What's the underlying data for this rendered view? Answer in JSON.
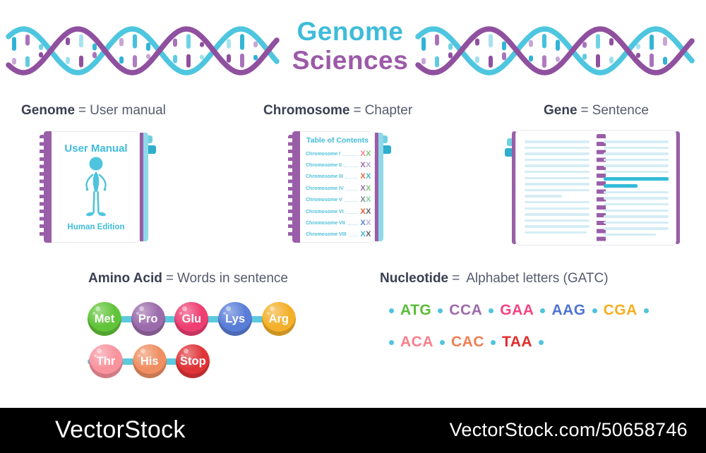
{
  "title": {
    "line1": "Genome",
    "line2": "Sciences",
    "line1_color": "#3FBCD9",
    "line2_color": "#9C59A8"
  },
  "analogies": [
    {
      "term": "Genome",
      "sep": "=",
      "meaning": "User manual"
    },
    {
      "term": "Chromosome",
      "sep": "=",
      "meaning": "Chapter"
    },
    {
      "term": "Gene",
      "sep": "=",
      "meaning": "Sentence"
    }
  ],
  "user_manual_book": {
    "title": "User Manual",
    "subtitle": "Human Edition"
  },
  "toc_book": {
    "title": "Table of Contents",
    "x_glyph": "X",
    "entries": [
      {
        "label": "Chromosome I",
        "x1": "#F2808F",
        "x2": "#7CC876"
      },
      {
        "label": "Chromosome II",
        "x1": "#9C6BAB",
        "x2": "#B9A5CE"
      },
      {
        "label": "Chromosome III",
        "x1": "#E06A45",
        "x2": "#48B9CE"
      },
      {
        "label": "Chromosome IV",
        "x1": "#9C6BAB",
        "x2": "#7CC876"
      },
      {
        "label": "Chromosome V",
        "x1": "#7B8794",
        "x2": "#85D19C"
      },
      {
        "label": "Chromosome VI",
        "x1": "#E0572F",
        "x2": "#5C6370"
      },
      {
        "label": "Chromosome VII",
        "x1": "#5C7FD6",
        "x2": "#C3B1D9"
      },
      {
        "label": "Chromosome VIII",
        "x1": "#48B9CE",
        "x2": "#5C6370"
      }
    ]
  },
  "amino_acid": {
    "term": "Amino Acid",
    "sep": "=",
    "meaning": "Words in sentence",
    "rows": [
      [
        {
          "label": "Met",
          "color": "#62C43B"
        },
        {
          "label": "Pro",
          "color": "#9B6BAB"
        },
        {
          "label": "Glu",
          "color": "#EE3F72"
        },
        {
          "label": "Lys",
          "color": "#5A7ED8"
        },
        {
          "label": "Arg",
          "color": "#F4B02A"
        }
      ],
      [
        {
          "label": "Thr",
          "color": "#F9939E"
        },
        {
          "label": "His",
          "color": "#EF8F62"
        },
        {
          "label": "Stop",
          "color": "#DF3438"
        }
      ]
    ]
  },
  "nucleotide": {
    "term": "Nucleotide",
    "sep": "=",
    "meaning": "Alphabet letters (GATC)",
    "rows": [
      [
        {
          "text": "ATG",
          "color": "#59BD37"
        },
        {
          "text": "CCA",
          "color": "#9B6BAB"
        },
        {
          "text": "GAA",
          "color": "#F5447E"
        },
        {
          "text": "AAG",
          "color": "#4F74D3"
        },
        {
          "text": "CGA",
          "color": "#F5AE1F"
        }
      ],
      [
        {
          "text": "ACA",
          "color": "#F9808C"
        },
        {
          "text": "CAC",
          "color": "#F07E52"
        },
        {
          "text": "TAA",
          "color": "#E02B2B"
        }
      ]
    ]
  },
  "open_book": {
    "left_lines": [
      {
        "w": 100
      },
      {
        "w": 100
      },
      {
        "w": 100
      },
      {
        "w": 100
      },
      {
        "w": 100
      },
      {
        "w": 100
      },
      {
        "w": 100
      },
      {
        "w": 100
      },
      {
        "w": 100
      },
      {
        "w": 58
      },
      {
        "w": 100
      },
      {
        "w": 100
      },
      {
        "w": 100
      },
      {
        "w": 100
      },
      {
        "w": 100
      },
      {
        "w": 96
      }
    ],
    "right_lines": [
      {
        "w": 100
      },
      {
        "w": 100
      },
      {
        "w": 100
      },
      {
        "w": 100
      },
      {
        "w": 100
      },
      {
        "w": 100
      },
      {
        "w": 100,
        "dark": true,
        "h": 5
      },
      {
        "w": 52,
        "dark": true,
        "h": 5
      },
      {
        "w": 100
      },
      {
        "w": 100
      },
      {
        "w": 100
      },
      {
        "w": 100
      },
      {
        "w": 100
      },
      {
        "w": 100
      },
      {
        "w": 100
      },
      {
        "w": 80
      }
    ]
  },
  "footer": {
    "brand": "VectorStock",
    "url": "VectorStock.com/50658746"
  },
  "colors": {
    "helix_cyan": "#4EC6DF",
    "helix_purple": "#8F509F",
    "chain_line": "#5BC9DE",
    "dot": "#4FC4DE"
  }
}
